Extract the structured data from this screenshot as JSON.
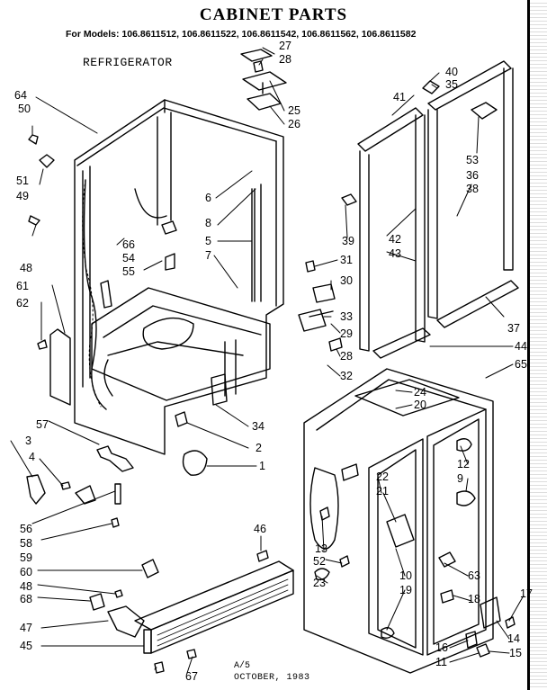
{
  "title": "CABINET PARTS",
  "models_line": "For Models: 106.8611512, 106.8611522, 106.8611542, 106.8611562, 106.8611582",
  "section_label": "REFRIGERATOR",
  "footer": {
    "code": "A/5",
    "date": "OCTOBER, 1983"
  },
  "callouts": [
    {
      "id": "c27",
      "text": "27"
    },
    {
      "id": "c28a",
      "text": "28"
    },
    {
      "id": "c40",
      "text": "40"
    },
    {
      "id": "c35",
      "text": "35"
    },
    {
      "id": "c41",
      "text": "41"
    },
    {
      "id": "c25",
      "text": "25"
    },
    {
      "id": "c26",
      "text": "26"
    },
    {
      "id": "c64",
      "text": "64"
    },
    {
      "id": "c50",
      "text": "50"
    },
    {
      "id": "c51",
      "text": "51"
    },
    {
      "id": "c49",
      "text": "49"
    },
    {
      "id": "c53",
      "text": "53"
    },
    {
      "id": "c36",
      "text": "36"
    },
    {
      "id": "c38",
      "text": "38"
    },
    {
      "id": "c6",
      "text": "6"
    },
    {
      "id": "c8",
      "text": "8"
    },
    {
      "id": "c5",
      "text": "5"
    },
    {
      "id": "c7",
      "text": "7"
    },
    {
      "id": "c39",
      "text": "39"
    },
    {
      "id": "c42",
      "text": "42"
    },
    {
      "id": "c43",
      "text": "43"
    },
    {
      "id": "c66",
      "text": "66"
    },
    {
      "id": "c54",
      "text": "54"
    },
    {
      "id": "c55",
      "text": "55"
    },
    {
      "id": "c48a",
      "text": "48"
    },
    {
      "id": "c61",
      "text": "61"
    },
    {
      "id": "c62",
      "text": "62"
    },
    {
      "id": "c31",
      "text": "31"
    },
    {
      "id": "c30",
      "text": "30"
    },
    {
      "id": "c33",
      "text": "33"
    },
    {
      "id": "c29",
      "text": "29"
    },
    {
      "id": "c28b",
      "text": "28"
    },
    {
      "id": "c32",
      "text": "32"
    },
    {
      "id": "c37",
      "text": "37"
    },
    {
      "id": "c44",
      "text": "44"
    },
    {
      "id": "c65",
      "text": "65"
    },
    {
      "id": "c24",
      "text": "24"
    },
    {
      "id": "c20",
      "text": "20"
    },
    {
      "id": "c34",
      "text": "34"
    },
    {
      "id": "c57",
      "text": "57"
    },
    {
      "id": "c2",
      "text": "2"
    },
    {
      "id": "c3",
      "text": "3"
    },
    {
      "id": "c1",
      "text": "1"
    },
    {
      "id": "c4",
      "text": "4"
    },
    {
      "id": "c12",
      "text": "12"
    },
    {
      "id": "c9",
      "text": "9"
    },
    {
      "id": "c22",
      "text": "22"
    },
    {
      "id": "c21",
      "text": "21"
    },
    {
      "id": "c56",
      "text": "56"
    },
    {
      "id": "c58",
      "text": "58"
    },
    {
      "id": "c59",
      "text": "59"
    },
    {
      "id": "c46",
      "text": "46"
    },
    {
      "id": "c13",
      "text": "13"
    },
    {
      "id": "c52",
      "text": "52"
    },
    {
      "id": "c60",
      "text": "60"
    },
    {
      "id": "c48b",
      "text": "48"
    },
    {
      "id": "c68",
      "text": "68"
    },
    {
      "id": "c23",
      "text": "23"
    },
    {
      "id": "c10",
      "text": "10"
    },
    {
      "id": "c19",
      "text": "19"
    },
    {
      "id": "c63",
      "text": "63"
    },
    {
      "id": "c18",
      "text": "18"
    },
    {
      "id": "c17",
      "text": "17"
    },
    {
      "id": "c47",
      "text": "47"
    },
    {
      "id": "c14",
      "text": "14"
    },
    {
      "id": "c45",
      "text": "45"
    },
    {
      "id": "c16",
      "text": "16"
    },
    {
      "id": "c15",
      "text": "15"
    },
    {
      "id": "c11",
      "text": "11"
    },
    {
      "id": "c67",
      "text": "67"
    }
  ]
}
